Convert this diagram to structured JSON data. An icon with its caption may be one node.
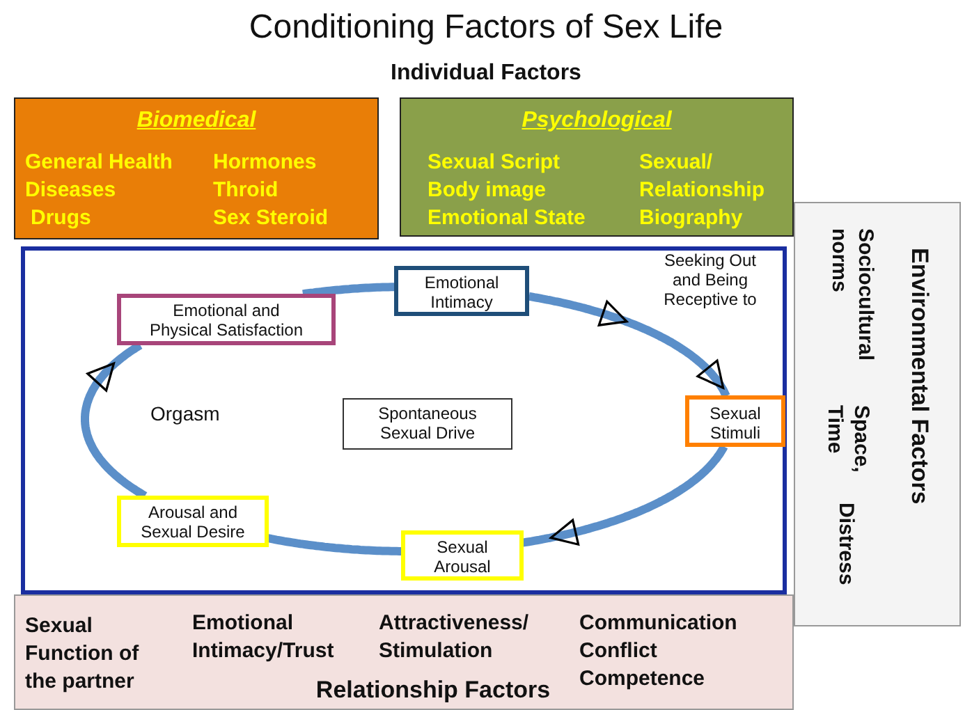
{
  "diagram": {
    "title": "Conditioning Factors of Sex Life",
    "nodes": [
      {
        "text": [
          "Biomedical",
          "General Health",
          "Diseases",
          "Drugs",
          "Hormones",
          "Throid",
          "Sex Steroid"
        ]
      },
      {
        "text": [
          "Psychological",
          "Sexual Script",
          "Body image",
          "Emotional State",
          "Sexual/ Relationship Biography"
        ]
      },
      {
        "text": [
          "Environmental Factors",
          "Sociocultural norms",
          "Space, Time",
          "Distress"
        ]
      },
      {
        "text": [],
        "shape": "box"
      },
      {
        "text": [
          "Emotional and Physical Satisfaction"
        ],
        "in": 3
      },
      {
        "text": [
          "Emotional Intimacy"
        ],
        "in": 3
      },
      {
        "text": [
          "Sexual Stimuli"
        ],
        "in": 3
      },
      {
        "text": [
          "Spontaneous Sexual Drive"
        ],
        "in": 3
      },
      {
        "text": [
          "Arousal and Sexual Desire"
        ],
        "in": 3
      },
      {
        "text": [
          "Sexual Arousal"
        ],
        "in": 3
      },
      {
        "text": [
          "Sexual Function of the partner",
          "Emotional Intimacy/Trust",
          "Attractiveness/ Stimulation",
          "Communication Conflict Competence",
          "Relationship Factors"
        ]
      }
    ],
    "edges": [
      {
        "from": 5,
        "to": 6,
        "arrow": "to"
      },
      {
        "from": 6,
        "to": 9,
        "arrow": "to"
      },
      {
        "from": 9,
        "to": 8,
        "arrow": "none"
      },
      {
        "from": 8,
        "to": 4,
        "arrow": "to"
      },
      {
        "from": 4,
        "to": 5,
        "arrow": "none"
      }
    ],
    "labels": [
      "Individual Factors",
      "Seeking Out and Being Receptive to",
      "Orgasm"
    ]
  }
}
